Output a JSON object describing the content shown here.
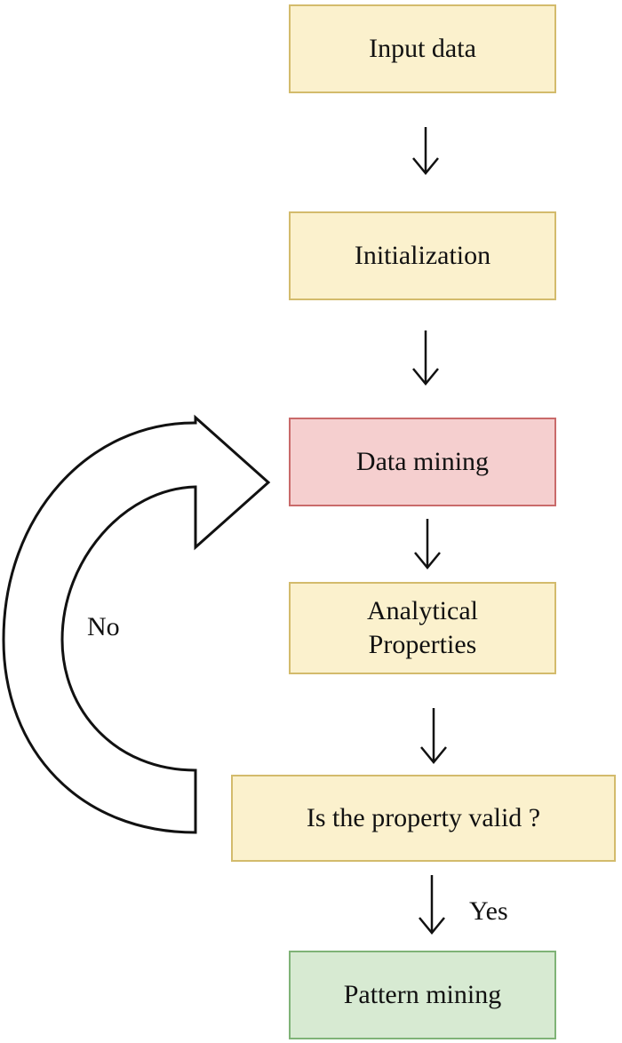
{
  "steps": {
    "input": "Input data",
    "initialization": "Initialization",
    "data_mining": "Data mining",
    "analytical_line1": "Analytical",
    "analytical_line2": "Properties",
    "valid_question": "Is the property valid ?",
    "pattern_mining": "Pattern mining"
  },
  "branches": {
    "no": "No",
    "yes": "Yes"
  },
  "colors": {
    "step_fill": "#fbf1cd",
    "step_border": "#d3bb6c",
    "data_mining_fill": "#f5cfcf",
    "data_mining_border": "#c96a6a",
    "pattern_fill": "#d7ead2",
    "pattern_border": "#7fb377"
  }
}
